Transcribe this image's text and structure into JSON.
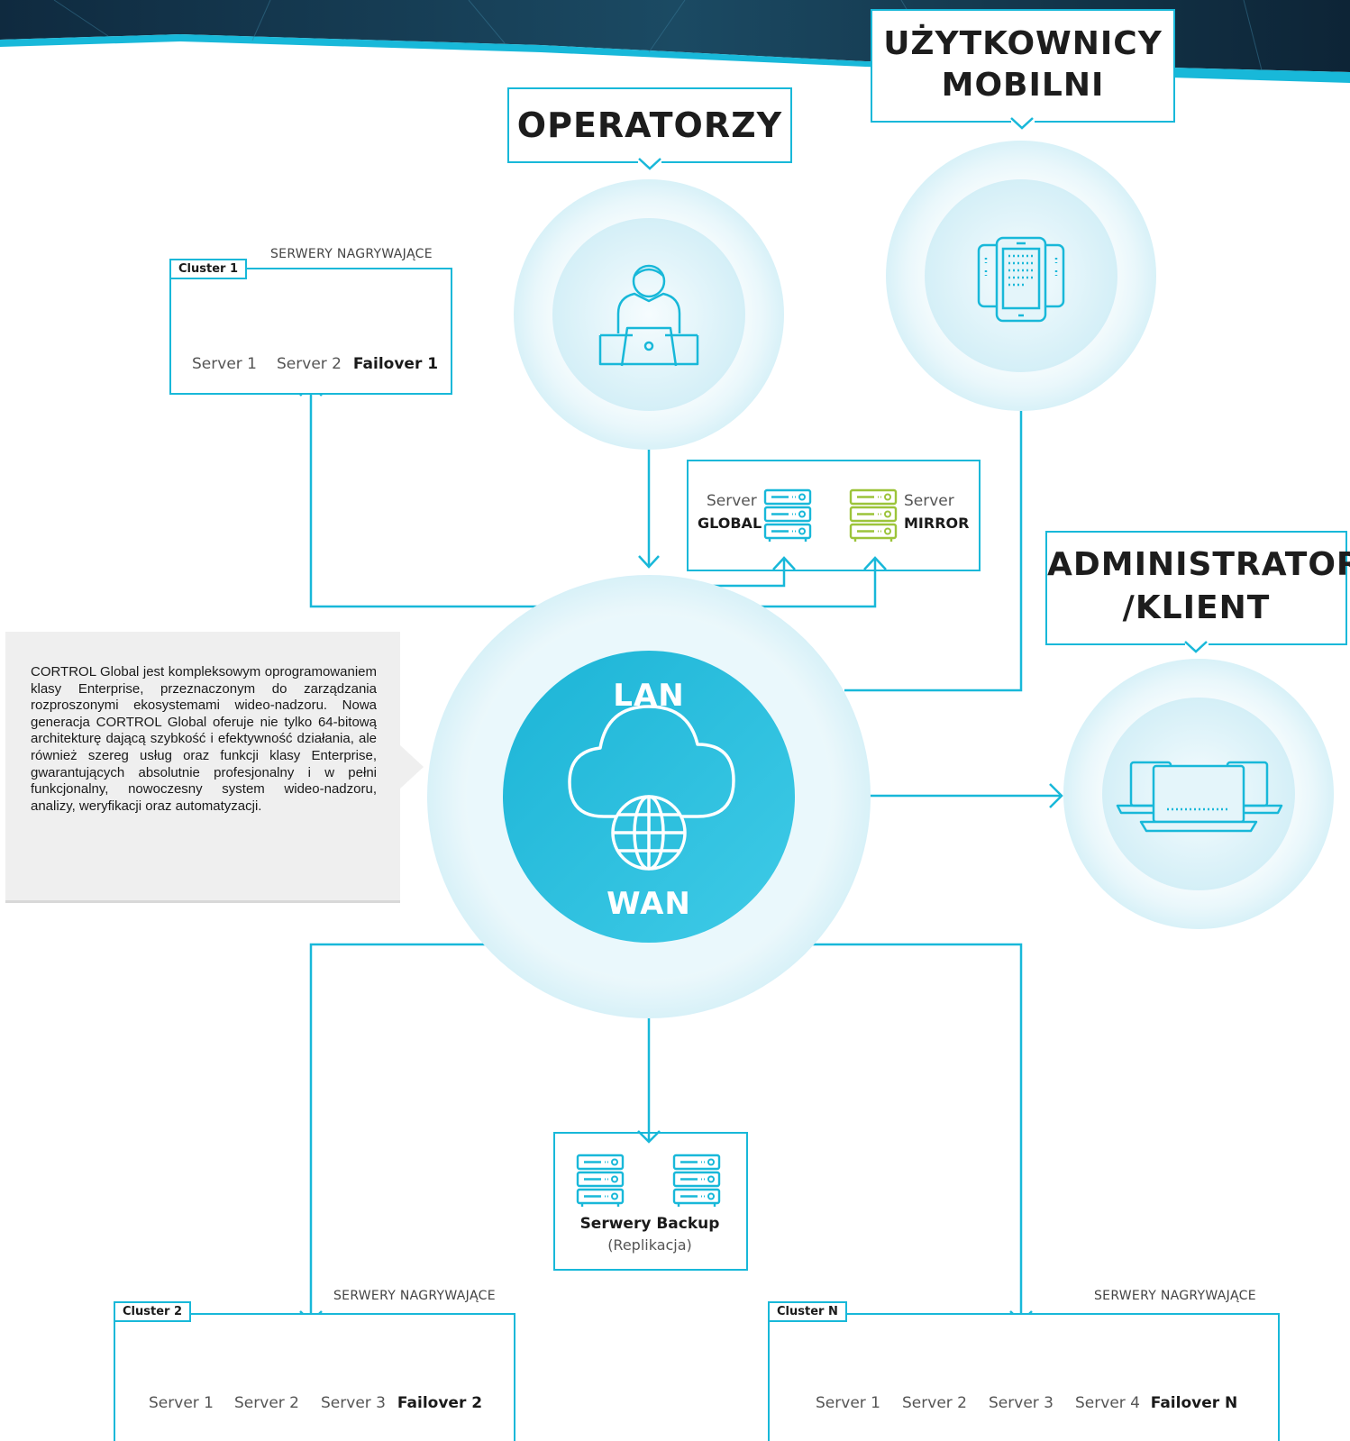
{
  "labels": {
    "operators": "OPERATORZY",
    "mobile_line1": "UŻYTKOWNICY",
    "mobile_line2": "MOBILNI",
    "admin_line1": "ADMINISTRATOR",
    "admin_line2": "/KLIENT"
  },
  "hub": {
    "top": "LAN",
    "bottom": "WAN"
  },
  "recording_caption": "SERWERY NAGRYWAJĄCE",
  "cluster1": {
    "tag": "Cluster 1",
    "servers": [
      "Server 1",
      "Server 2"
    ],
    "failover": "Failover 1"
  },
  "cluster2": {
    "tag": "Cluster 2",
    "servers": [
      "Server 1",
      "Server 2",
      "Server 3"
    ],
    "failover": "Failover 2"
  },
  "clusterN": {
    "tag": "Cluster N",
    "servers": [
      "Server 1",
      "Server 2",
      "Server 3",
      "Server 4"
    ],
    "failover": "Failover N"
  },
  "global_box": {
    "global_prefix": "Server",
    "global_name": "GLOBAL",
    "mirror_prefix": "Server",
    "mirror_name": "MIRROR"
  },
  "backup": {
    "title": "Serwery Backup",
    "subtitle": "(Replikacja)"
  },
  "info_text": "CORTROL Global jest kompleksowym oprogramowaniem klasy Enterprise, przeznaczonym do zarządzania rozproszonymi ekosystemami wideo-nadzoru. Nowa generacja CORTROL Global oferuje nie tylko 64-bitową architekturę dającą szybkość i efektywność działania, ale również szereg usług oraz funkcji klasy Enterprise, gwarantujących absolutnie profesjonalny i w pełni funkcjonalny, nowoczesny system wideo-nadzoru, analizy, weryfikacji oraz automatyzacji.",
  "colors": {
    "accent": "#18b8d9",
    "server_grey": "#8a8a8a",
    "mirror_green": "#9cc43a",
    "info_bg": "#efefef"
  },
  "icons": [
    "operator-laptop-icon",
    "mobile-devices-icon",
    "laptops-icon",
    "cloud-globe-icon",
    "server-rack-icon"
  ]
}
